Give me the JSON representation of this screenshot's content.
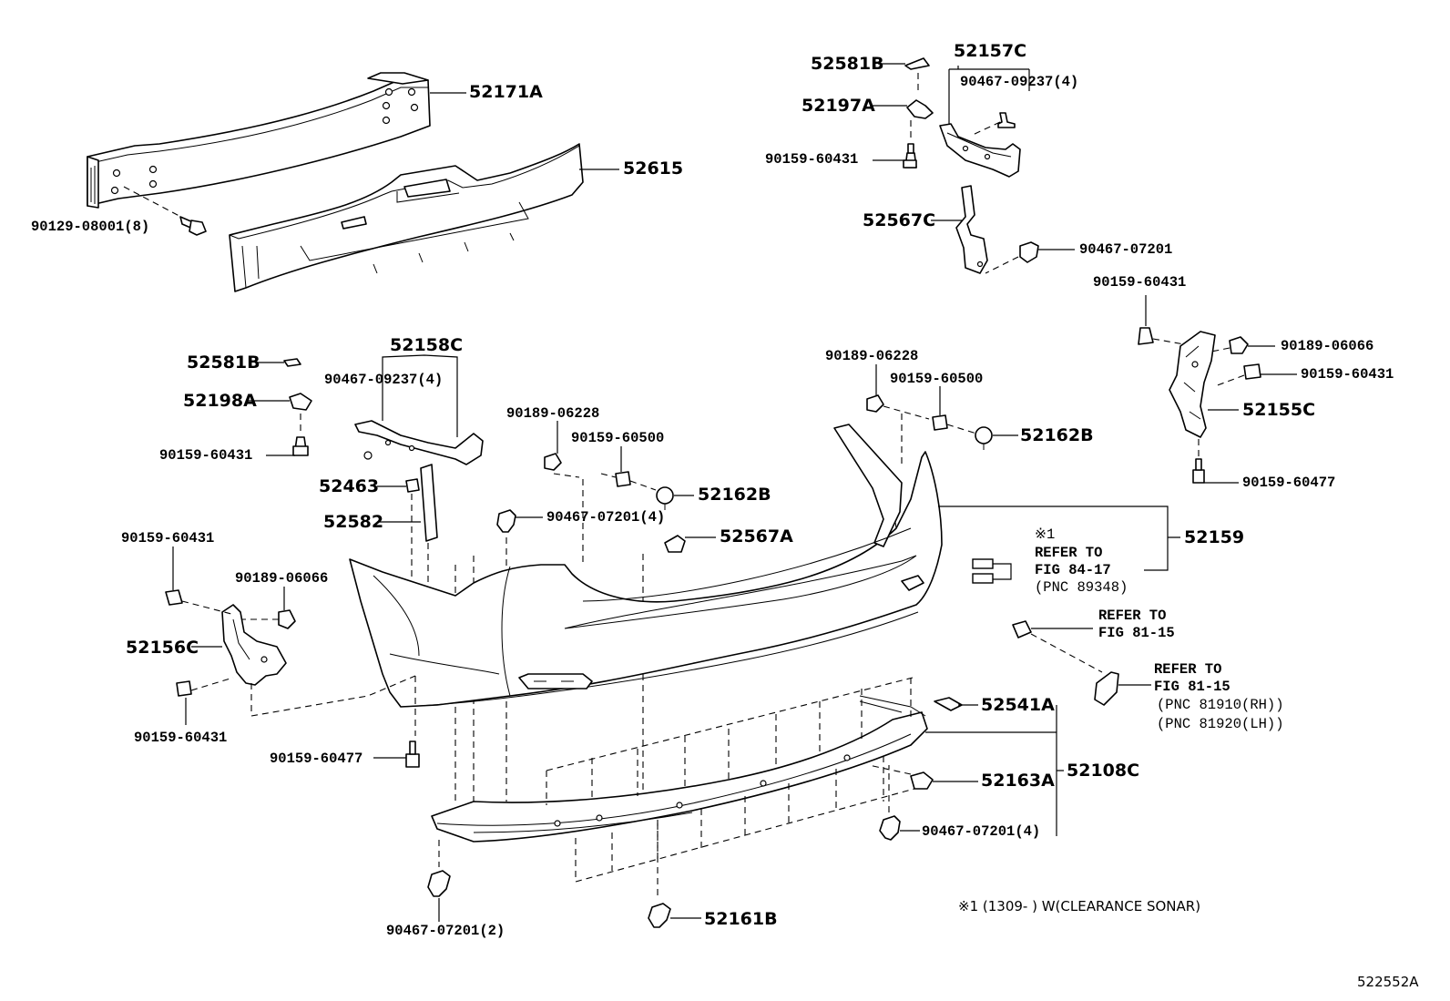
{
  "diagram_id": "522552A",
  "callouts": {
    "c52171A": "52171A",
    "c52615": "52615",
    "c90129_08001": "90129-08001(8)",
    "c52581B_top": "52581B",
    "c52157C": "52157C",
    "c90467_09237_top": "90467-09237(4)",
    "c52197A": "52197A",
    "c90159_60431_top": "90159-60431",
    "c52567C": "52567C",
    "c90467_07201_top": "90467-07201",
    "c90159_60431_right": "90159-60431",
    "c90189_06066_right": "90189-06066",
    "c90159_60431_right2": "90159-60431",
    "c52155C": "52155C",
    "c90159_60477_right": "90159-60477",
    "c52158C": "52158C",
    "c52581B_left": "52581B",
    "c90467_09237_left": "90467-09237(4)",
    "c52198A": "52198A",
    "c90159_60431_left": "90159-60431",
    "c52463": "52463",
    "c52582": "52582",
    "c90189_06228_mid": "90189-06228",
    "c90159_60500_mid": "90159-60500",
    "c52162B_mid": "52162B",
    "c90467_07201_4_mid": "90467-07201(4)",
    "c52567A": "52567A",
    "c90189_06228_right": "90189-06228",
    "c90159_60500_right": "90159-60500",
    "c52162B_right": "52162B",
    "c52159": "52159",
    "c90159_60431_lb": "90159-60431",
    "c90189_06066_lb": "90189-06066",
    "c52156C": "52156C",
    "c90159_60431_lb2": "90159-60431",
    "c90159_60477_mid": "90159-60477",
    "c52541A": "52541A",
    "c52108C": "52108C",
    "c52163A": "52163A",
    "c90467_07201_4_bot": "90467-07201(4)",
    "c90467_07201_2": "90467-07201(2)",
    "c52161B": "52161B"
  },
  "references": {
    "ref1_mark": "※1",
    "ref1_line1": "REFER TO",
    "ref1_line2": "FIG 84-17",
    "ref1_line3": "(PNC 89348)",
    "ref2_line1": "REFER TO",
    "ref2_line2": "FIG 81-15",
    "ref3_line1": "REFER TO",
    "ref3_line2": "FIG 81-15",
    "ref3_line3": "(PNC 81910(RH))",
    "ref3_line4": "(PNC 81920(LH))"
  },
  "footnote": "※1 (1309-      ) W(CLEARANCE SONAR)"
}
